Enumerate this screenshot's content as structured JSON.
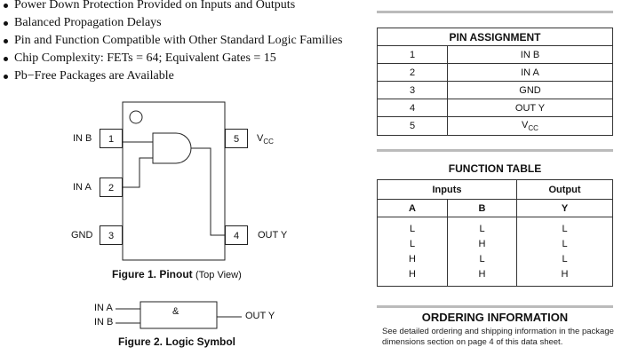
{
  "features": [
    "Power Down Protection Provided on Inputs and Outputs",
    "Balanced Propagation Delays",
    "Pin and Function Compatible with Other Standard Logic Families",
    "Chip Complexity: FETs = 64; Equivalent Gates = 15",
    "Pb−Free Packages are Available"
  ],
  "pinout": {
    "pins": [
      {
        "num": "1",
        "name": "IN B"
      },
      {
        "num": "2",
        "name": "IN A"
      },
      {
        "num": "3",
        "name": "GND"
      },
      {
        "num": "4",
        "name": "OUT Y"
      },
      {
        "num": "5",
        "name": "V",
        "sub": "CC"
      }
    ],
    "caption": "Figure 1. Pinout",
    "caption_note": "(Top View)"
  },
  "logic_symbol": {
    "in_a": "IN A",
    "in_b": "IN B",
    "out": "OUT Y",
    "gate": "&",
    "caption": "Figure 2. Logic Symbol"
  },
  "pin_assignment": {
    "title": "PIN ASSIGNMENT",
    "rows": [
      {
        "num": "1",
        "name": "IN B"
      },
      {
        "num": "2",
        "name": "IN A"
      },
      {
        "num": "3",
        "name": "GND"
      },
      {
        "num": "4",
        "name": "OUT Y"
      },
      {
        "num": "5",
        "name": "V",
        "sub": "CC"
      }
    ]
  },
  "function_table": {
    "title": "FUNCTION TABLE",
    "inputs": "Inputs",
    "output": "Output",
    "cols": [
      "A",
      "B",
      "Y"
    ],
    "a": "L\nL\nH\nH",
    "b": "L\nH\nL\nH",
    "y": "L\nL\nL\nH"
  },
  "ordering": {
    "title": "ORDERING INFORMATION",
    "text": "See detailed ordering and shipping information in the package dimensions section on page 4 of this data sheet."
  }
}
